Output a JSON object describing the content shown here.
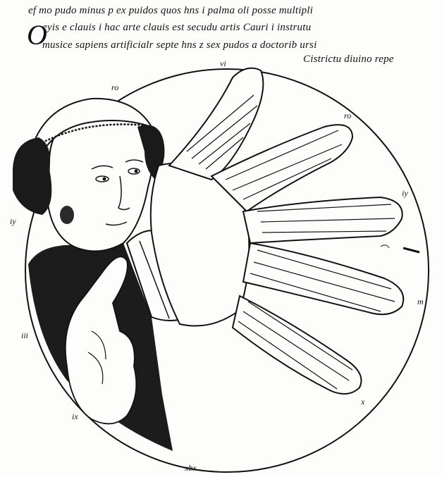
{
  "manuscript": {
    "lines": [
      "ef mo pudo minus p ex puidos quos hns i palma oli posse multipli",
      "eyis e clauis i hac arte clauis est secudu artis Cauri i instrutu",
      "musice sapiens artificialr septe hns z sex pudos a doctorib ursi",
      "Cistrictu diuino repe"
    ],
    "initial_letter": "O"
  },
  "roundel_labels": {
    "top": "vi",
    "top_left": "ro",
    "top_right": "ro",
    "right": "iy",
    "right_lower": "m",
    "left_upper": "iy",
    "left_lower": "iii",
    "bottom_left": "ix",
    "bottom": "xbx",
    "bottom_right": "x"
  },
  "colors": {
    "ink": "#111111",
    "parchment": "#fdfdfb"
  }
}
